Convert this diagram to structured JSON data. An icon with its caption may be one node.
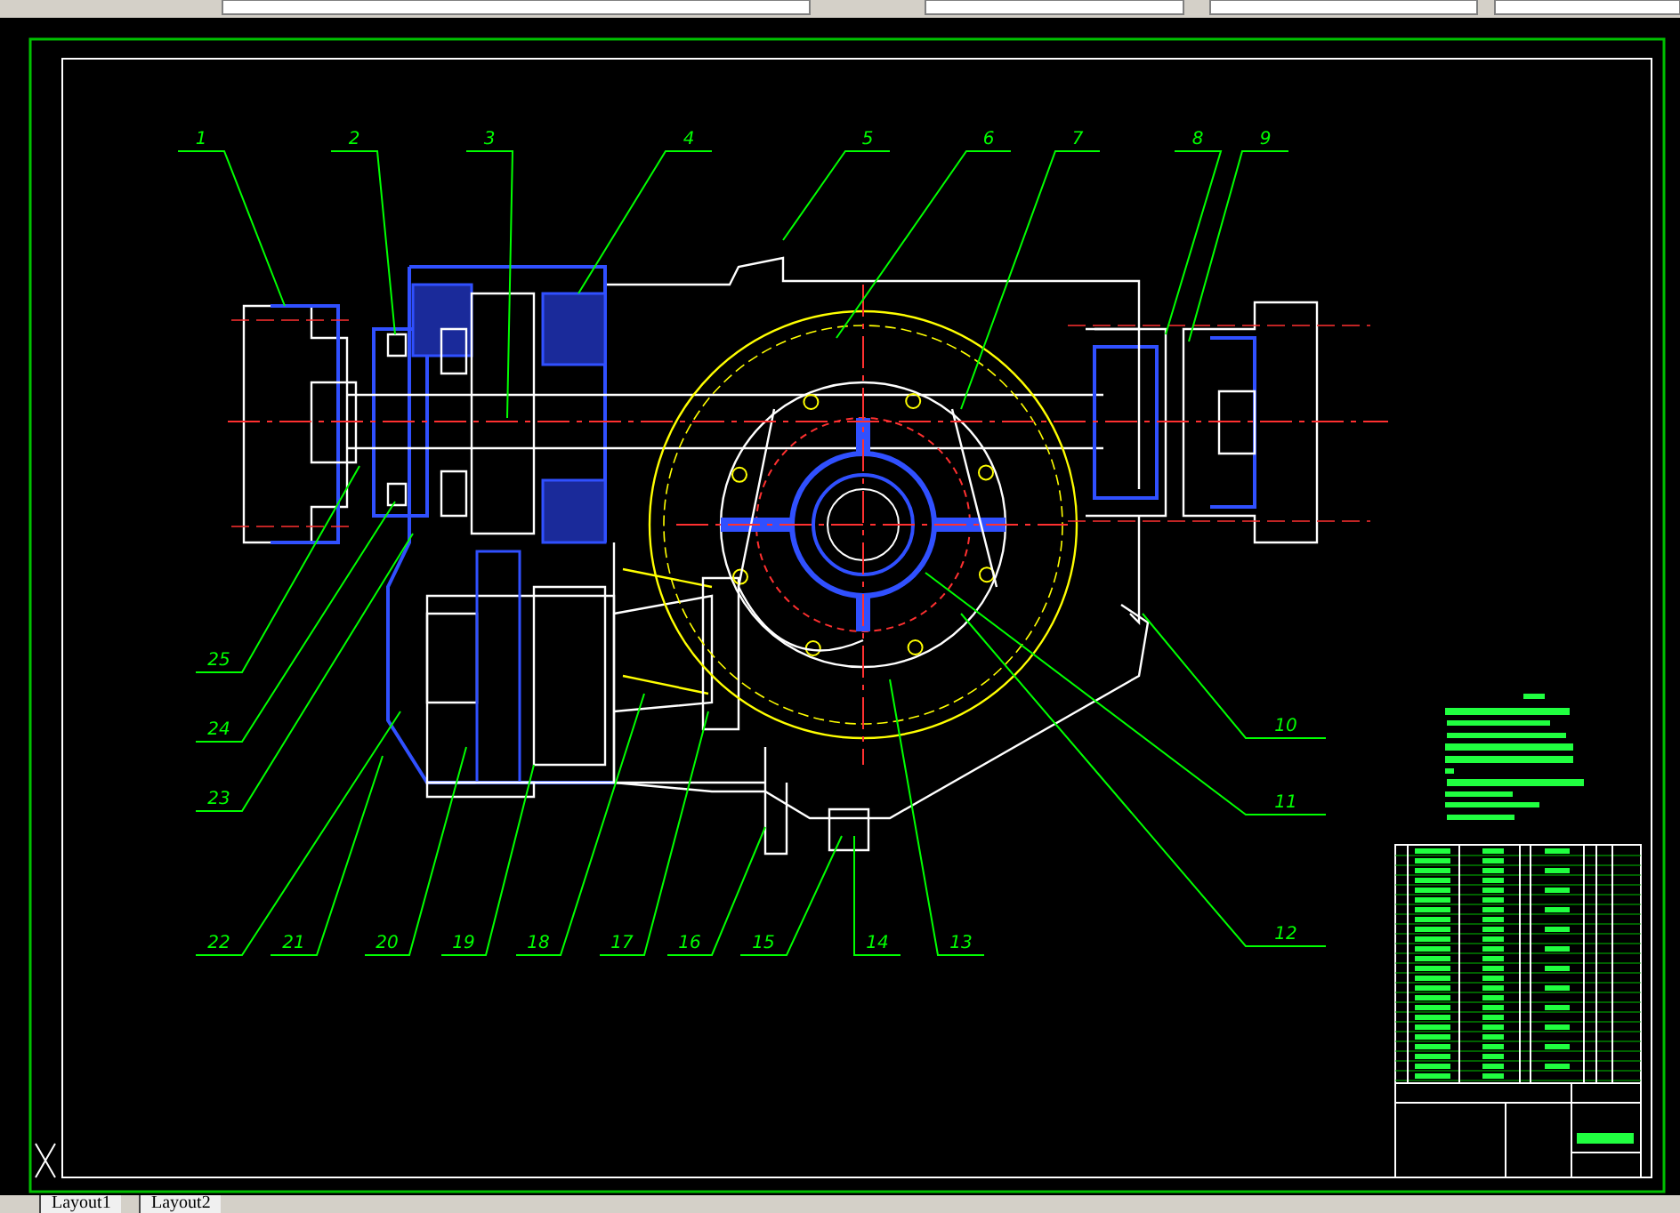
{
  "diagram": {
    "nodes": [
      {
        "text": [
          "1"
        ]
      },
      {
        "text": [
          "2"
        ]
      },
      {
        "text": [
          "3"
        ]
      },
      {
        "text": [
          "4"
        ]
      },
      {
        "text": [
          "5"
        ]
      },
      {
        "text": [
          "6"
        ]
      },
      {
        "text": [
          "7"
        ]
      },
      {
        "text": [
          "8"
        ]
      },
      {
        "text": [
          "9"
        ]
      },
      {
        "text": [
          "10"
        ]
      },
      {
        "text": [
          "11"
        ]
      },
      {
        "text": [
          "12"
        ]
      },
      {
        "text": [
          "13"
        ]
      },
      {
        "text": [
          "14"
        ]
      },
      {
        "text": [
          "15"
        ]
      },
      {
        "text": [
          "16"
        ]
      },
      {
        "text": [
          "17"
        ]
      },
      {
        "text": [
          "18"
        ]
      },
      {
        "text": [
          "19"
        ]
      },
      {
        "text": [
          "20"
        ]
      },
      {
        "text": [
          "21"
        ]
      },
      {
        "text": [
          "22"
        ]
      },
      {
        "text": [
          "23"
        ]
      },
      {
        "text": [
          "24"
        ]
      },
      {
        "text": [
          "25"
        ]
      }
    ],
    "edges": [
      {
        "from": 0,
        "to": null,
        "arrow": "none"
      },
      {
        "from": 1,
        "to": null,
        "arrow": "none"
      },
      {
        "from": 2,
        "to": null,
        "arrow": "none"
      },
      {
        "from": 3,
        "to": null,
        "arrow": "none"
      },
      {
        "from": 4,
        "to": null,
        "arrow": "none"
      },
      {
        "from": 5,
        "to": null,
        "arrow": "none"
      },
      {
        "from": 6,
        "to": null,
        "arrow": "none"
      },
      {
        "from": 7,
        "to": null,
        "arrow": "none"
      },
      {
        "from": 8,
        "to": null,
        "arrow": "none"
      },
      {
        "from": 9,
        "to": null,
        "arrow": "none"
      },
      {
        "from": 10,
        "to": null,
        "arrow": "none"
      },
      {
        "from": 11,
        "to": null,
        "arrow": "none"
      },
      {
        "from": 12,
        "to": null,
        "arrow": "none"
      },
      {
        "from": 13,
        "to": null,
        "arrow": "none"
      },
      {
        "from": 14,
        "to": null,
        "arrow": "none"
      },
      {
        "from": 15,
        "to": null,
        "arrow": "none"
      },
      {
        "from": 16,
        "to": null,
        "arrow": "none"
      },
      {
        "from": 17,
        "to": null,
        "arrow": "none"
      },
      {
        "from": 18,
        "to": null,
        "arrow": "none"
      },
      {
        "from": 19,
        "to": null,
        "arrow": "none"
      },
      {
        "from": 20,
        "to": null,
        "arrow": "none"
      },
      {
        "from": 21,
        "to": null,
        "arrow": "none"
      },
      {
        "from": 22,
        "to": null,
        "arrow": "none"
      },
      {
        "from": 23,
        "to": null,
        "arrow": "none"
      },
      {
        "from": 24,
        "to": null,
        "arrow": "none"
      }
    ],
    "labels": [
      "Layout1",
      "Layout2"
    ]
  }
}
